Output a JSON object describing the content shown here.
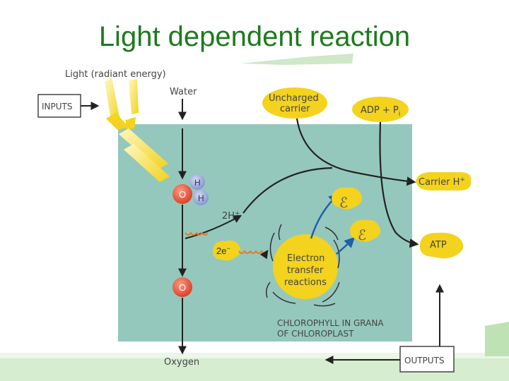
{
  "slide": {
    "title": "Light dependent reaction"
  },
  "diagram": {
    "light_label": "Light (radiant energy)",
    "inputs_label": "INPUTS",
    "outputs_label": "OUTPUTS",
    "water_label": "Water",
    "oxygen_label": "Oxygen",
    "uncharged_carrier_line1": "Uncharged",
    "uncharged_carrier_line2": "carrier",
    "adp_label": "ADP + P",
    "adp_sub": "i",
    "carrier_h_label": "Carrier H",
    "carrier_h_sup": "+",
    "atp_label": "ATP",
    "h_atom": "H",
    "o_atom": "O",
    "two_h_plus": "2H",
    "two_h_sup": "+",
    "two_e": "2e",
    "two_e_sup": "−",
    "energy_symbol": "ℰ",
    "electron_line1": "Electron",
    "electron_line2": "transfer",
    "electron_line3": "reactions",
    "chlorophyll_line1": "CHLOROPHYLL IN GRANA",
    "chlorophyll_line2": "OF CHLOROPLAST"
  },
  "colors": {
    "title": "#1e7a1e",
    "chloroplast": "#95c8bc",
    "yellow_blob": "#f3d31d",
    "oxygen_atom": "#e0432a",
    "hydrogen_atom": "#8f9fd6",
    "arrow": "#222222",
    "energy_arrow": "#1f5fa8",
    "photon_wave": "#e07a2a"
  }
}
